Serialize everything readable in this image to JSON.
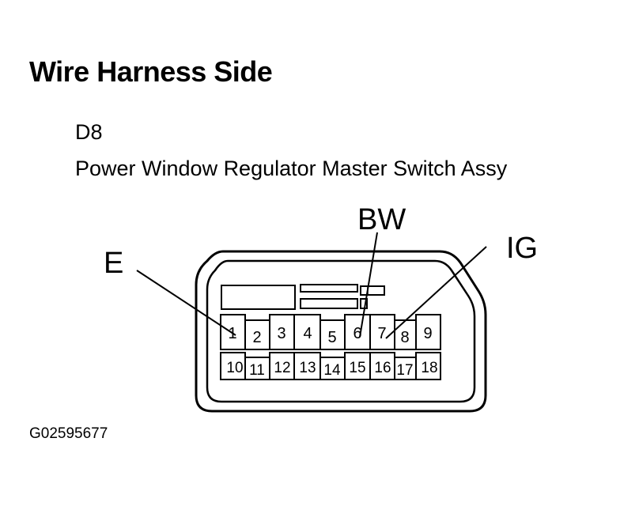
{
  "title": "Wire Harness Side",
  "connector": {
    "code": "D8",
    "name": "Power Window Regulator Master Switch Assy"
  },
  "callouts": {
    "e": "E",
    "bw": "BW",
    "ig": "IG"
  },
  "pins": {
    "top": [
      "1",
      "2",
      "3",
      "4",
      "5",
      "6",
      "7",
      "8",
      "9"
    ],
    "bottom": [
      "10",
      "11",
      "12",
      "13",
      "14",
      "15",
      "16",
      "17",
      "18"
    ]
  },
  "figure_id": "G02595677"
}
